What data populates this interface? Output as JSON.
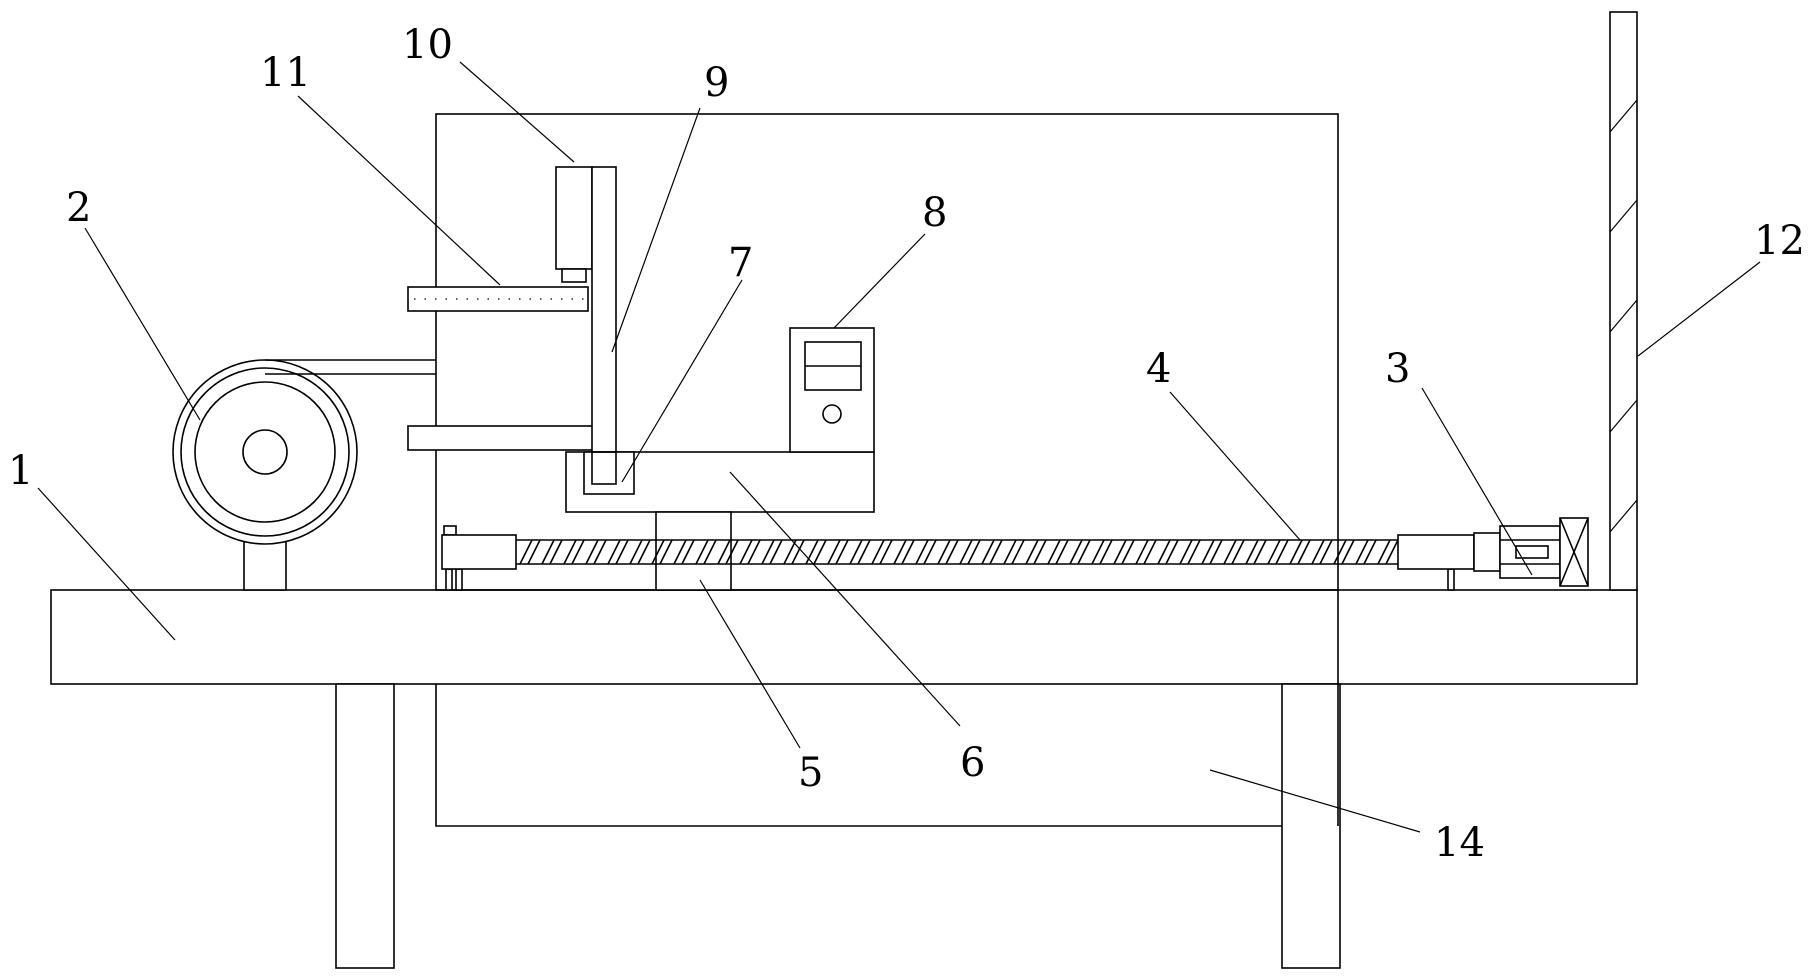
{
  "labels": {
    "l1": "1",
    "l2": "2",
    "l3": "3",
    "l4": "4",
    "l5": "5",
    "l6": "6",
    "l7": "7",
    "l8": "8",
    "l9": "9",
    "l10": "10",
    "l11": "11",
    "l12": "12",
    "l14": "14"
  },
  "colors": {
    "stroke": "#000000",
    "background": "#ffffff"
  }
}
